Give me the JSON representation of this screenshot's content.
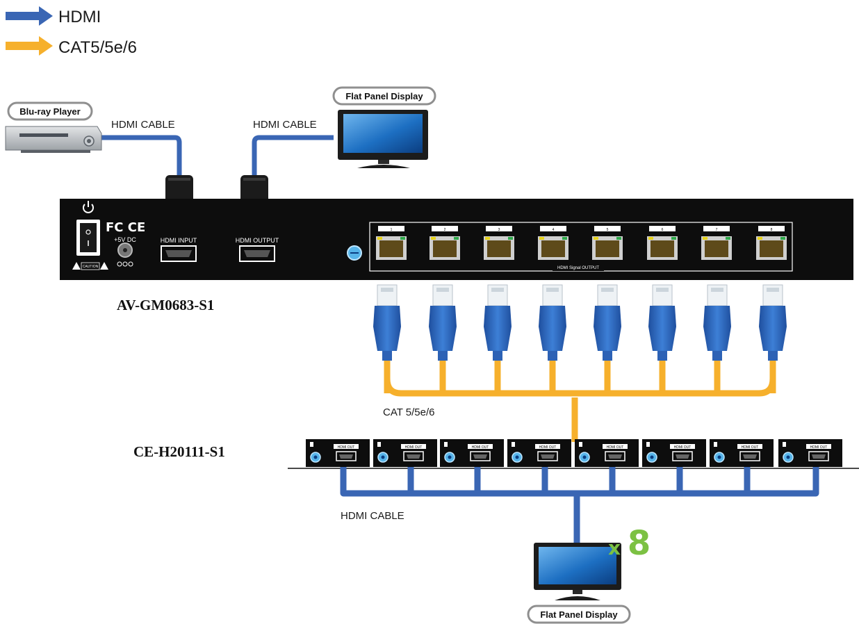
{
  "colors": {
    "hdmi_blue": "#3a66b4",
    "cat_orange": "#f6b02c",
    "x8_green": "#7cc143",
    "panel_black": "#0d0d0d"
  },
  "legend": {
    "hdmi_label": "HDMI",
    "cat_label": "CAT5/5e/6"
  },
  "devices": {
    "bluray_label": "Blu-ray Player",
    "display_top_label": "Flat Panel Display",
    "display_bottom_label": "Flat Panel Display",
    "splitter_model": "AV-GM0683-S1",
    "receiver_model": "CE-H20111-S1",
    "multiplier": "x 8"
  },
  "cables": {
    "hdmi_cable_left": "HDMI CABLE",
    "hdmi_cable_right": "HDMI CABLE",
    "cat_label": "CAT 5/5e/6",
    "hdmi_cable_bottom": "HDMI CABLE"
  },
  "splitter_panel": {
    "hdmi_input": "HDMI INPUT",
    "hdmi_output": "HDMI OUTPUT",
    "power_spec": "+5V DC",
    "caution": "CAUTION",
    "outputs_caption": "HDMI Signal OUTPUT",
    "port_numbers": [
      "1",
      "2",
      "3",
      "4",
      "5",
      "6",
      "7",
      "8"
    ]
  },
  "receiver_panel": {
    "port_label": "HDMI OUT"
  }
}
